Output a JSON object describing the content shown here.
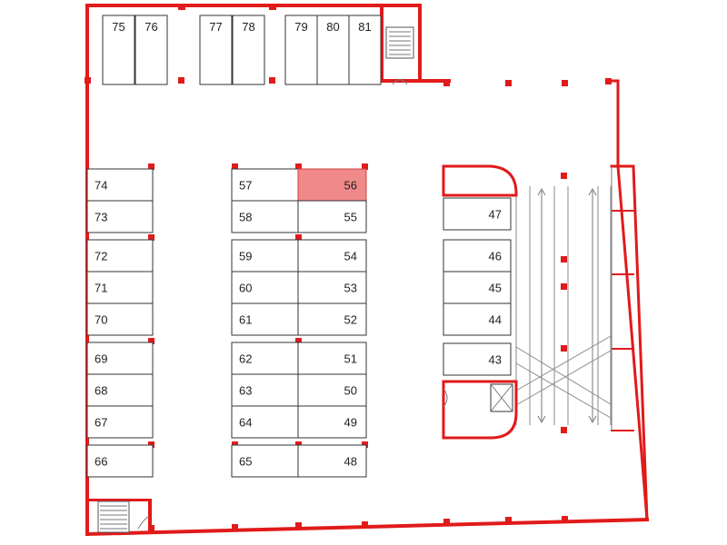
{
  "plan": {
    "highlight_color": "#f08a8a",
    "wall_color": "#e11a1a",
    "highlighted_spot": "56",
    "spots": [
      {
        "id": "75"
      },
      {
        "id": "76"
      },
      {
        "id": "77"
      },
      {
        "id": "78"
      },
      {
        "id": "79"
      },
      {
        "id": "80"
      },
      {
        "id": "81"
      },
      {
        "id": "74"
      },
      {
        "id": "73"
      },
      {
        "id": "72"
      },
      {
        "id": "71"
      },
      {
        "id": "70"
      },
      {
        "id": "69"
      },
      {
        "id": "68"
      },
      {
        "id": "67"
      },
      {
        "id": "66"
      },
      {
        "id": "57"
      },
      {
        "id": "58"
      },
      {
        "id": "59"
      },
      {
        "id": "60"
      },
      {
        "id": "61"
      },
      {
        "id": "62"
      },
      {
        "id": "63"
      },
      {
        "id": "64"
      },
      {
        "id": "65"
      },
      {
        "id": "56"
      },
      {
        "id": "55"
      },
      {
        "id": "54"
      },
      {
        "id": "53"
      },
      {
        "id": "52"
      },
      {
        "id": "51"
      },
      {
        "id": "50"
      },
      {
        "id": "49"
      },
      {
        "id": "48"
      },
      {
        "id": "47"
      },
      {
        "id": "46"
      },
      {
        "id": "45"
      },
      {
        "id": "44"
      },
      {
        "id": "43"
      }
    ]
  }
}
